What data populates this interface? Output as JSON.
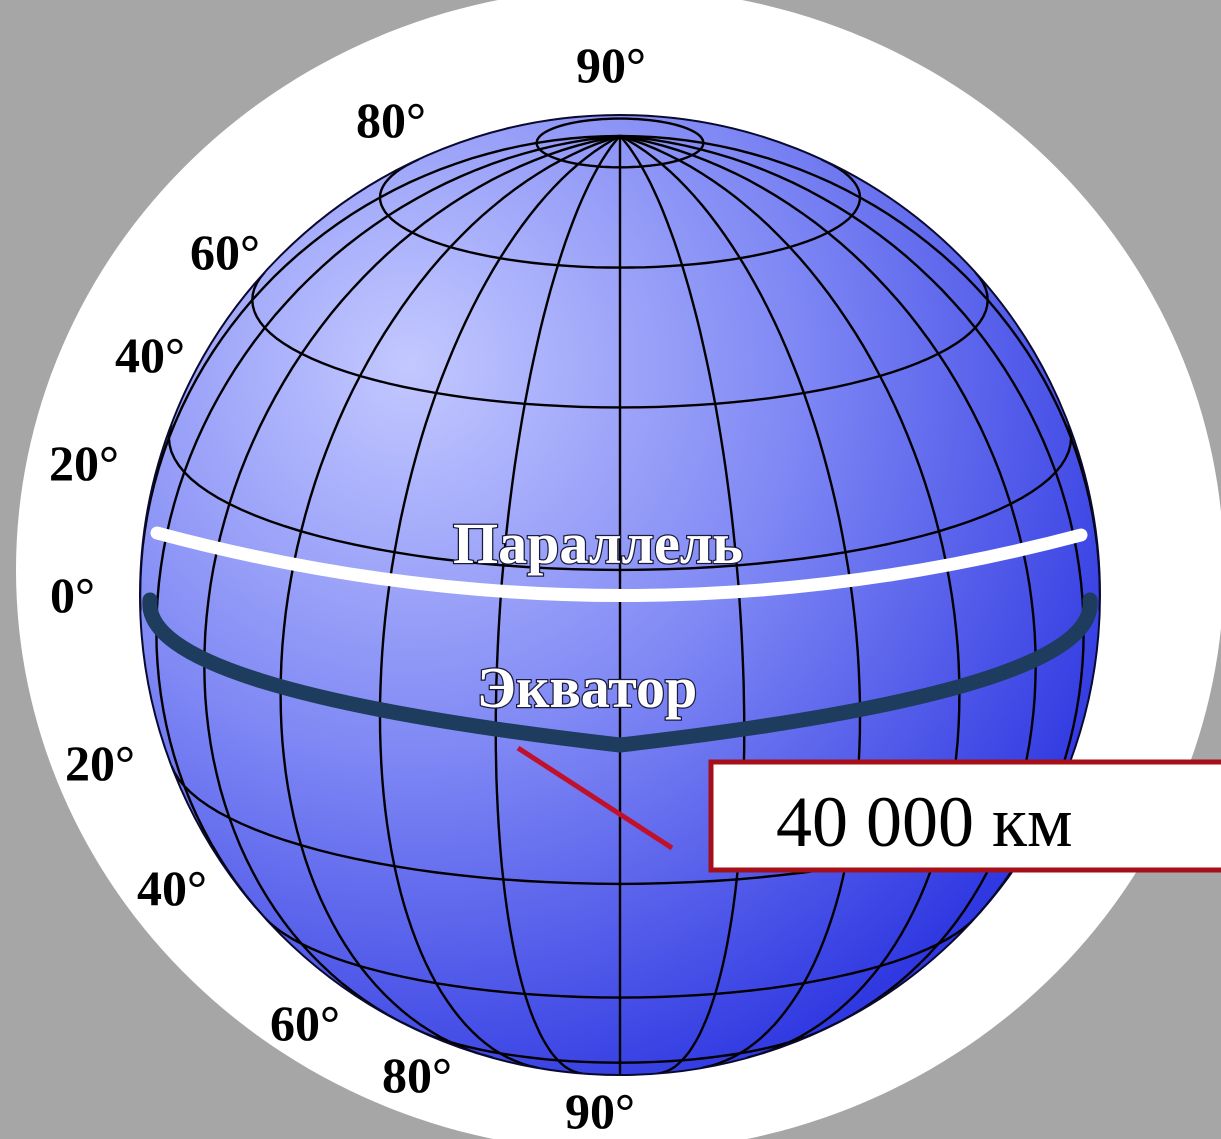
{
  "colors": {
    "page_background": "#a6a6a6",
    "disc_background": "#ffffff",
    "globe_light": "#aeb6ff",
    "globe_dark": "#1f28dd",
    "grid_lines": "#000000",
    "parallel_line": "#ffffff",
    "equator_line": "#1d3c5e",
    "callout_border": "#a50f1a",
    "callout_pointer": "#c0102a"
  },
  "latitudes": {
    "north_pole": "90°",
    "north_80": "80°",
    "north_60": "60°",
    "north_40": "40°",
    "north_20": "20°",
    "equator": "0°",
    "south_20": "20°",
    "south_40": "40°",
    "south_60": "60°",
    "south_80": "80°",
    "south_pole": "90°"
  },
  "labels": {
    "parallel": "Параллель",
    "equator": "Экватор"
  },
  "callout": {
    "text": "40 000 км"
  }
}
